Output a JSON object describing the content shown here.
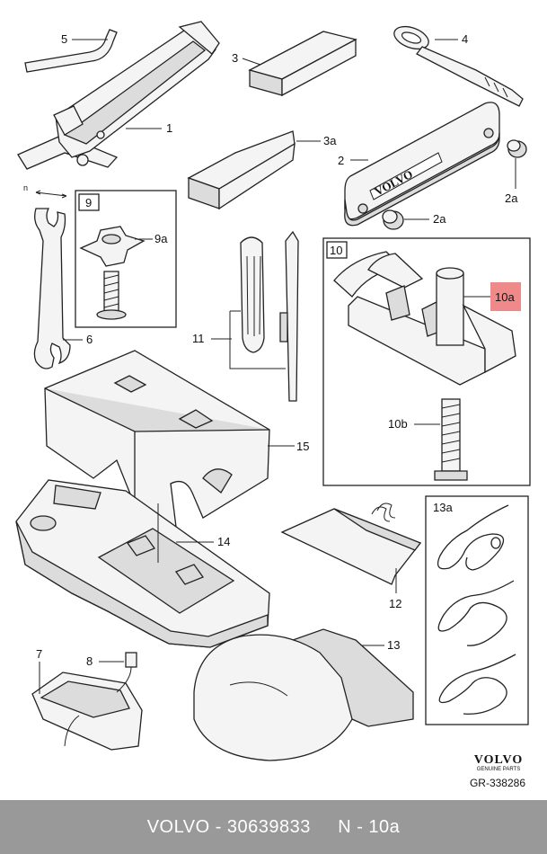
{
  "colors": {
    "highlight": "#f08a8a",
    "footer_bg": "#999999",
    "footer_text": "#ffffff"
  },
  "callouts": {
    "p1": "1",
    "p2": "2",
    "p2a_1": "2a",
    "p2a_2": "2a",
    "p3": "3",
    "p3a": "3a",
    "p4": "4",
    "p5": "5",
    "p6": "6",
    "p7": "7",
    "p8": "8",
    "p9": "9",
    "p9a": "9a",
    "p10": "10",
    "p10a": "10a",
    "p10b": "10b",
    "p11": "11",
    "p12": "12",
    "p13": "13",
    "p13a": "13a",
    "p14": "14",
    "p15": "15",
    "n": "n"
  },
  "part2_badge": "VOLVO",
  "brand": {
    "name": "VOLVO",
    "sub": "GENUINE PARTS"
  },
  "ref_code": "GR-338286",
  "footer": {
    "text": "VOLVO - 30639833     N - 10a"
  }
}
